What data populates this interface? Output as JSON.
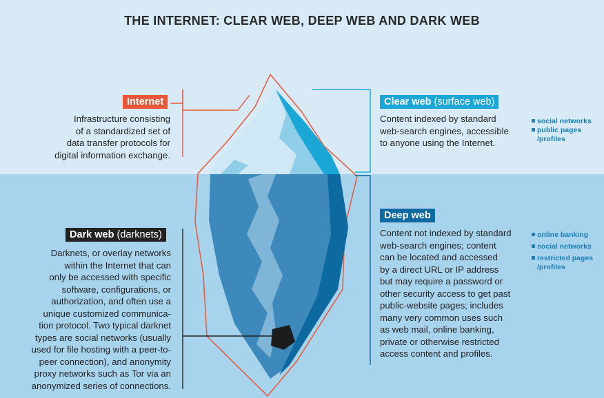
{
  "title": "THE INTERNET: CLEAR WEB, DEEP WEB AND DARK WEB",
  "colors": {
    "sky": "#d7eaf6",
    "sea": "#a8d3ec",
    "internet_red": "#e8573a",
    "clear_web_cyan": "#1aa7d6",
    "deep_web_blue": "#0d6aa0",
    "dark_web_black": "#222222"
  },
  "internet": {
    "label": "Internet",
    "text": [
      "Infrastructure consisting",
      "of a standardized set of",
      "data transfer protocols for",
      "digital information exchange."
    ]
  },
  "clear_web": {
    "label": "Clear web",
    "label_suffix": "(surface web)",
    "text": [
      "Content indexed by standard",
      "web-search engines, accessible",
      "to anyone using the Internet."
    ],
    "examples": [
      "social networks",
      "public pages",
      "/profiles"
    ]
  },
  "deep_web": {
    "label": "Deep web",
    "text": [
      "Content not indexed by standard",
      "web-search engines; content",
      "can be located and accessed",
      "by a direct URL or IP address",
      "but may require a password or",
      "other security access to get past",
      "public-website pages; includes",
      "many very common uses such",
      "as web mail, online banking,",
      "private or otherwise restricted",
      "access content and profiles."
    ],
    "examples": [
      "online banking",
      "social networks",
      "restricted pages",
      "/profiles"
    ]
  },
  "dark_web": {
    "label": "Dark web",
    "label_suffix": "(darknets)",
    "text": [
      "Darknets, or overlay networks",
      "within the Internet that can",
      "only be accessed with specific",
      "software, configurations, or",
      "authorization, and often use a",
      "unique customized communica-",
      "tion protocol. Two typical darknet",
      "types are social networks (usually",
      "used for file hosting with a peer-to-",
      "peer connection), and anonymity",
      "proxy networks such as Tor via an",
      "anonymized series of connections."
    ]
  }
}
